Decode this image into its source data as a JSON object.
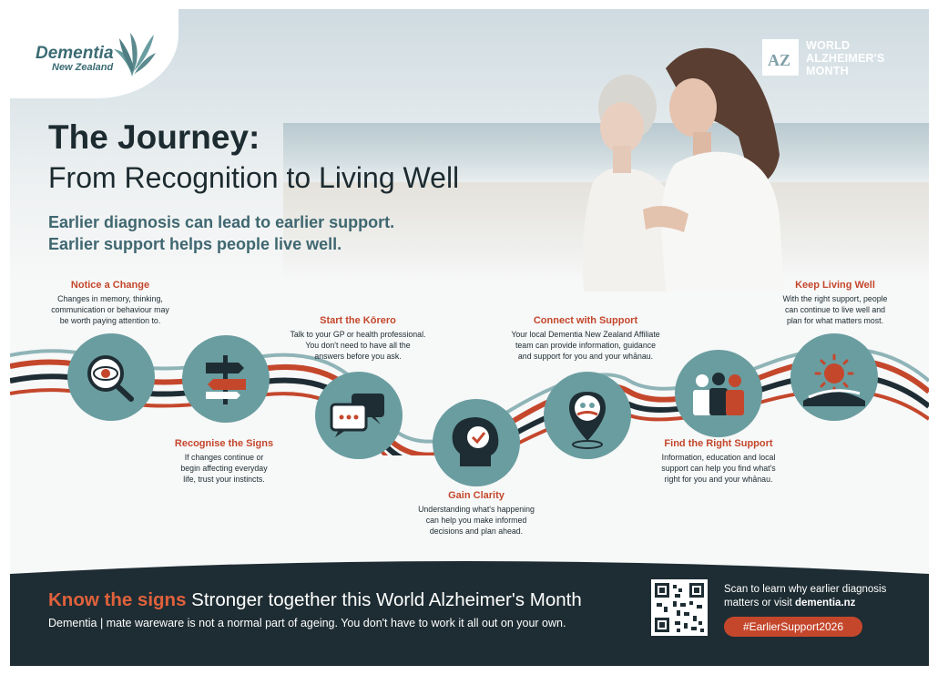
{
  "logo": {
    "main": "Dementia",
    "sub": "New Zealand"
  },
  "wam": {
    "mark": "AZ",
    "line1": "WORLD",
    "line2": "ALZHEIMER'S",
    "line3": "MONTH"
  },
  "title": {
    "line1": "The Journey:",
    "line2": "From Recognition to Living Well"
  },
  "tagline": {
    "line1": "Earlier diagnosis can lead to earlier support.",
    "line2": "Earlier support helps people live well."
  },
  "steps": [
    {
      "title": "Notice a Change",
      "desc": [
        "Changes in memory, thinking,",
        "communication or behaviour may",
        "be worth paying attention to."
      ],
      "icon": "eye-magnifier-icon"
    },
    {
      "title": "Recognise the Signs",
      "desc": [
        "If changes continue or",
        "begin affecting everyday",
        "life, trust your instincts."
      ],
      "icon": "signpost-icon"
    },
    {
      "title": "Start the Kōrero",
      "desc": [
        "Talk to your GP or health professional.",
        "You don't need to have all the",
        "answers before you ask."
      ],
      "icon": "speech-bubbles-icon"
    },
    {
      "title": "Gain Clarity",
      "desc": [
        "Understanding what's happening",
        "can help you make informed",
        "decisions and plan ahead."
      ],
      "icon": "head-check-icon"
    },
    {
      "title": "Connect with Support",
      "desc": [
        "Your local Dementia New Zealand Affiliate",
        "team can provide information, guidance",
        "and support for you and your whānau."
      ],
      "icon": "location-pin-people-icon"
    },
    {
      "title": "Find the Right Support",
      "desc": [
        "Information, education and local",
        "support can help you find what's",
        "right for you and your whānau."
      ],
      "icon": "people-group-icon"
    },
    {
      "title": "Keep Living Well",
      "desc": [
        "With the right support, people",
        "can continue to live well and",
        "plan for what matters most."
      ],
      "icon": "sunrise-icon"
    }
  ],
  "band": {
    "accent": "Know the signs",
    "headline": " Stronger together this World Alzheimer's Month",
    "line2": "Dementia | mate wareware is not a normal part of ageing. You don't have to work it all out on your own.",
    "scan_line1": "Scan to learn why earlier diagnosis",
    "scan_line2a": "matters or visit ",
    "scan_link": "dementia.nz",
    "hashtag": "#EarlierSupport2026"
  },
  "colors": {
    "teal": "#6a9da0",
    "dark": "#1e2d33",
    "accent": "#c4472c",
    "orange": "#e0613c"
  }
}
